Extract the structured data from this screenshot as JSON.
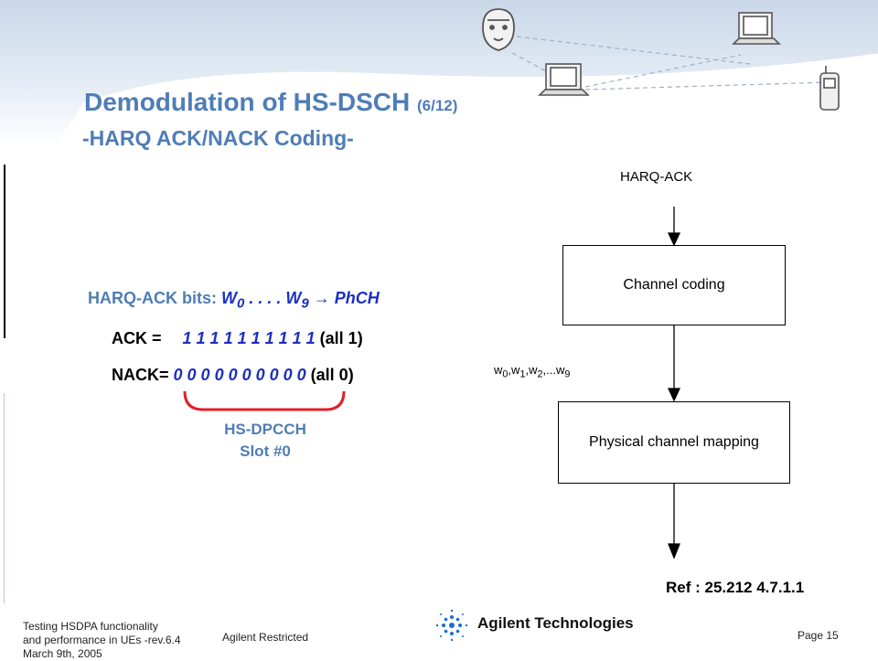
{
  "slide": {
    "title": "Demodulation of HS-DSCH",
    "title_counter": "(6/12)",
    "subtitle": "-HARQ ACK/NACK Coding-"
  },
  "left_panel": {
    "bits_label": "HARQ-ACK bits:",
    "bits_w0": "W",
    "bits_w0_sub": "0",
    "bits_dots": " . . . . ",
    "bits_w9": "W",
    "bits_w9_sub": "9",
    "bits_arrow": "→",
    "bits_target": "PhCH",
    "ack_label": "ACK =",
    "ack_bits": "1 1 1 1 1 1 1 1 1 1",
    "ack_note": "(all 1)",
    "nack_label": "NACK=",
    "nack_bits": "0 0 0 0 0 0 0 0 0 0",
    "nack_note": "(all 0)",
    "brace_label_line1": "HS-DPCCH",
    "brace_label_line2": "Slot #0"
  },
  "flow": {
    "input_label": "HARQ-ACK",
    "box1": "Channel coding",
    "w_w": "w",
    "w_sub0": "0",
    "w_sub1": "1",
    "w_sub2": "2",
    "w_sub9": "9",
    "w_sep": ",",
    "w_dots": ",...",
    "box2": "Physical channel mapping",
    "reference": "Ref : 25.212 4.7.1.1"
  },
  "footer": {
    "line1": "Testing HSDPA functionality",
    "line2": "and performance in UEs -rev.6.4",
    "line3": "March 9th, 2005",
    "restricted": "Agilent Restricted",
    "company": "Agilent Technologies",
    "page": "Page 15"
  },
  "colors": {
    "title_blue": "#4f7db6",
    "bit_blue": "#1c2fc0",
    "brace_red": "#e0202a"
  }
}
